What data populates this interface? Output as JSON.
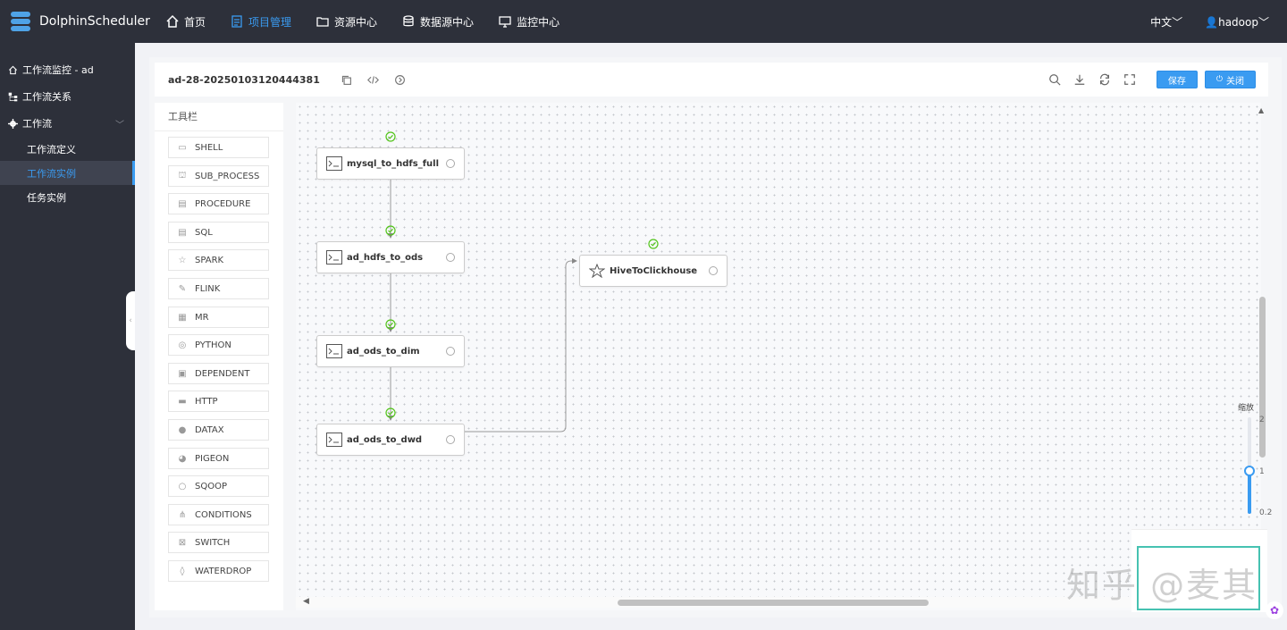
{
  "app": {
    "name": "DolphinScheduler"
  },
  "nav": {
    "items": [
      {
        "label": "首页",
        "icon": "home-icon",
        "active": false
      },
      {
        "label": "项目管理",
        "icon": "document-icon",
        "active": true
      },
      {
        "label": "资源中心",
        "icon": "folder-icon",
        "active": false
      },
      {
        "label": "数据源中心",
        "icon": "database-icon",
        "active": false
      },
      {
        "label": "监控中心",
        "icon": "monitor-icon",
        "active": false
      }
    ],
    "language": "中文",
    "user": "hadoop"
  },
  "sidebar": {
    "items": [
      {
        "label": "工作流监控 - ad",
        "icon": "home-icon"
      },
      {
        "label": "工作流关系",
        "icon": "relation-icon"
      },
      {
        "label": "工作流",
        "icon": "gear-icon"
      }
    ],
    "subitems": [
      {
        "label": "工作流定义",
        "active": false
      },
      {
        "label": "工作流实例",
        "active": true
      },
      {
        "label": "任务实例",
        "active": false
      }
    ]
  },
  "header": {
    "instance_name": "ad-28-20250103120444381",
    "save_label": "保存",
    "close_label": "关闭"
  },
  "toolbox": {
    "title": "工具栏",
    "tools": [
      "SHELL",
      "SUB_PROCESS",
      "PROCEDURE",
      "SQL",
      "SPARK",
      "FLINK",
      "MR",
      "PYTHON",
      "DEPENDENT",
      "HTTP",
      "DATAX",
      "PIGEON",
      "SQOOP",
      "CONDITIONS",
      "SWITCH",
      "WATERDROP"
    ]
  },
  "dag": {
    "nodes": [
      {
        "label": "mysql_to_hdfs_full",
        "type": "SHELL",
        "status": "success"
      },
      {
        "label": "ad_hdfs_to_ods",
        "type": "SHELL",
        "status": "success"
      },
      {
        "label": "ad_ods_to_dim",
        "type": "SHELL",
        "status": "success"
      },
      {
        "label": "ad_ods_to_dwd",
        "type": "SHELL",
        "status": "success"
      },
      {
        "label": "HiveToClickhouse",
        "type": "SPARK",
        "status": "success"
      }
    ]
  },
  "zoom": {
    "label": "缩放",
    "max": "2",
    "current": "1",
    "min": "0.2",
    "value": 1
  },
  "watermark": "知乎 @麦其",
  "colors": {
    "accent": "#3a9bf1",
    "success": "#52c41a",
    "topbar": "#2d303a"
  }
}
